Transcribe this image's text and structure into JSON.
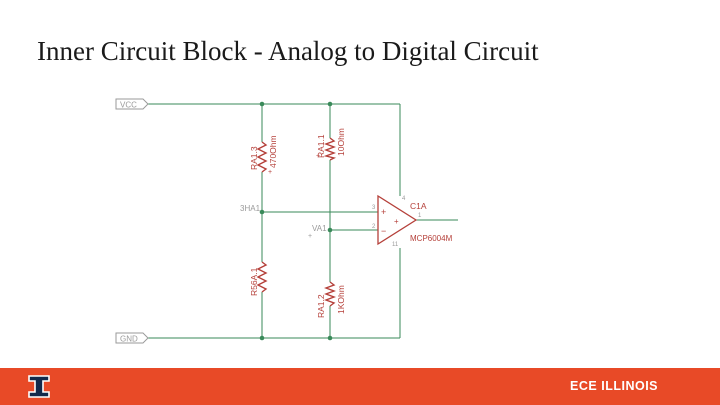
{
  "slide": {
    "title": "Inner Circuit Block - Analog to Digital Circuit"
  },
  "schematic": {
    "vcc_label": "VCC",
    "gnd_label": "GND",
    "r1": {
      "name": "RA1.3",
      "value": "470Ohm",
      "pin": "+"
    },
    "r2": {
      "name": "RA1.1",
      "value": "10Ohm",
      "pin": "+"
    },
    "r3": {
      "name": "R56A.1",
      "value": "",
      "pin": ""
    },
    "r4": {
      "name": "RA1.2",
      "value": "1KOhm",
      "pin": ""
    },
    "net_left": "3HA1",
    "net_mid": "VA1",
    "net_mid_pin": "+",
    "opamp": {
      "name": "C1A",
      "part": "MCP6004M",
      "pin_plus": "+",
      "pin_minus": "−",
      "pin_num_plus": "3",
      "pin_num_minus": "2",
      "pin_num_out": "1",
      "pin_num_gnd": "11",
      "pin_num_vcc": "4"
    },
    "colors": {
      "wire": "#3a8a5a",
      "component": "#b5403a",
      "label": "#9a9a9a"
    }
  },
  "footer": {
    "brand": "ECE ILLINOIS",
    "logo_icon": "illinois-block-i-icon",
    "bar_color": "#e84a27"
  }
}
